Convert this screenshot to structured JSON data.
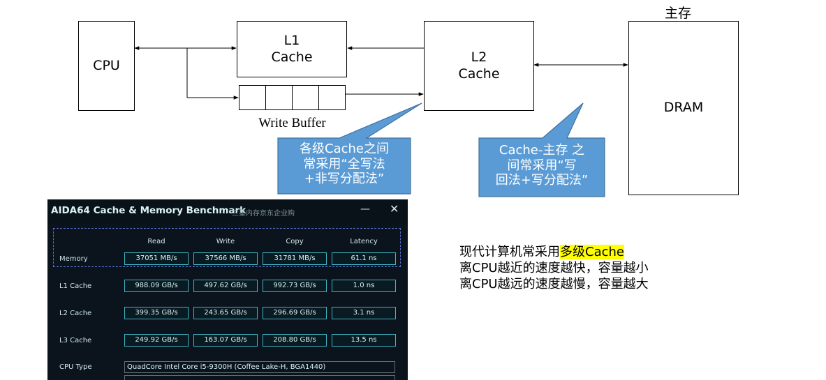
{
  "diagram": {
    "cpu": "CPU",
    "l1": [
      "L1",
      "Cache"
    ],
    "l2": [
      "L2",
      "Cache"
    ],
    "dram": "DRAM",
    "main_memory": "主存",
    "write_buffer": "Write Buffer",
    "callout_left": [
      "各级Cache之间",
      "常采用“全写法",
      "+非写分配法”"
    ],
    "callout_right": [
      "Cache-主存 之",
      "间常采用“写",
      "回法+写分配法”"
    ],
    "callout_color": "#5b9bd5"
  },
  "notes": {
    "line1_prefix": "现代计算机常采用",
    "line1_highlight": "多级Cache",
    "line2": "离CPU越近的速度越快，容量越小",
    "line3": "离CPU越远的速度越慢，容量越大",
    "highlight_color": "#ffff00"
  },
  "aida": {
    "title": "AIDA64 Cache & Memory Benchmark",
    "subtitle": "三星内存京东企业购",
    "minimize": "—",
    "close": "✕",
    "columns": [
      "Read",
      "Write",
      "Copy",
      "Latency"
    ],
    "rows": [
      {
        "label": "Memory",
        "values": [
          "37051 MB/s",
          "37566 MB/s",
          "31781 MB/s",
          "61.1 ns"
        ]
      },
      {
        "label": "L1 Cache",
        "values": [
          "988.09 GB/s",
          "497.62 GB/s",
          "992.73 GB/s",
          "1.0 ns"
        ]
      },
      {
        "label": "L2 Cache",
        "values": [
          "399.35 GB/s",
          "243.65 GB/s",
          "296.69 GB/s",
          "3.1 ns"
        ]
      },
      {
        "label": "L3 Cache",
        "values": [
          "249.92 GB/s",
          "163.07 GB/s",
          "208.80 GB/s",
          "13.5 ns"
        ]
      }
    ],
    "cpu_type_label": "CPU Type",
    "cpu_type_value": "QuadCore Intel Core i5-9300H  (Coffee Lake-H, BGA1440)",
    "accent": "#3fb7c4"
  }
}
